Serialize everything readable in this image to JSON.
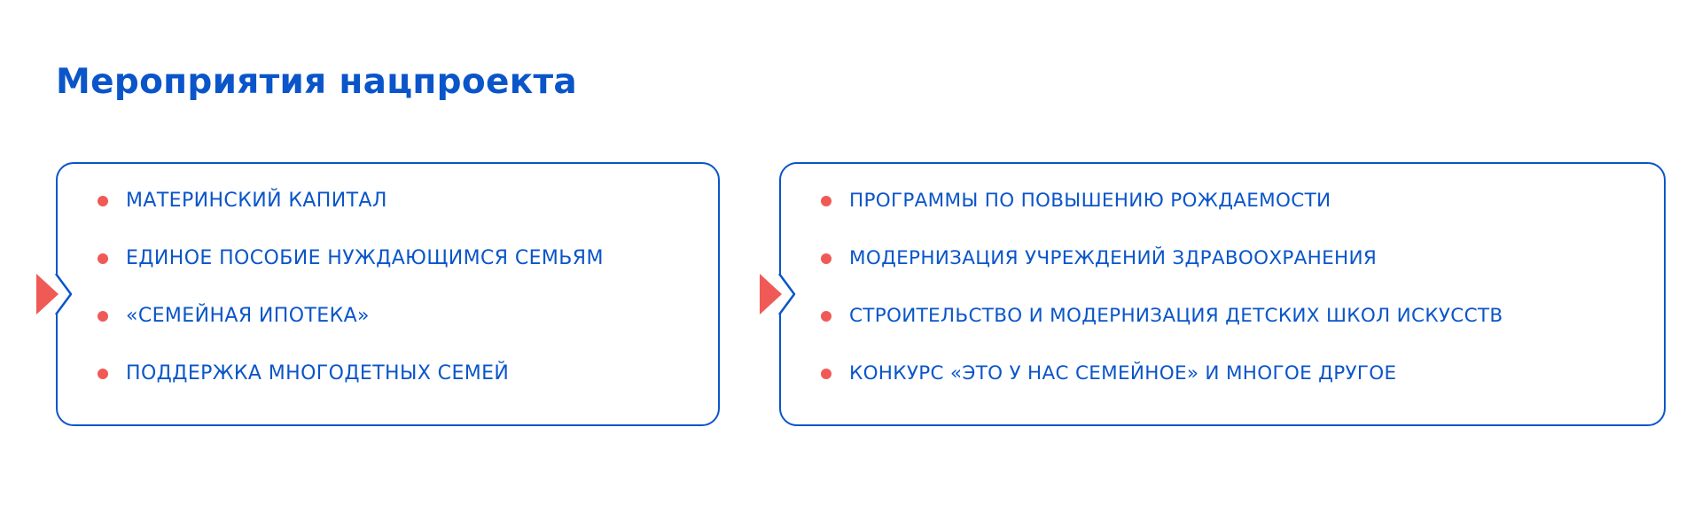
{
  "page": {
    "title": "Мероприятия нацпроекта"
  },
  "colors": {
    "primary": "#0a55c9",
    "accent": "#f05a56",
    "background": "#ffffff"
  },
  "cards": [
    {
      "items": [
        "МАТЕРИНСКИЙ КАПИТАЛ",
        "ЕДИНОЕ ПОСОБИЕ НУЖДАЮЩИМСЯ СЕМЬЯМ",
        "«СЕМЕЙНАЯ ИПОТЕКА»",
        "ПОДДЕРЖКА МНОГОДЕТНЫХ СЕМЕЙ"
      ]
    },
    {
      "items": [
        "ПРОГРАММЫ ПО ПОВЫШЕНИЮ РОЖДАЕМОСТИ",
        "МОДЕРНИЗАЦИЯ УЧРЕЖДЕНИЙ ЗДРАВООХРАНЕНИЯ",
        "СТРОИТЕЛЬСТВО И МОДЕРНИЗАЦИЯ ДЕТСКИХ ШКОЛ ИСКУССТВ",
        "КОНКУРС «ЭТО У НАС СЕМЕЙНОЕ» И МНОГОЕ ДРУГОЕ"
      ]
    }
  ]
}
